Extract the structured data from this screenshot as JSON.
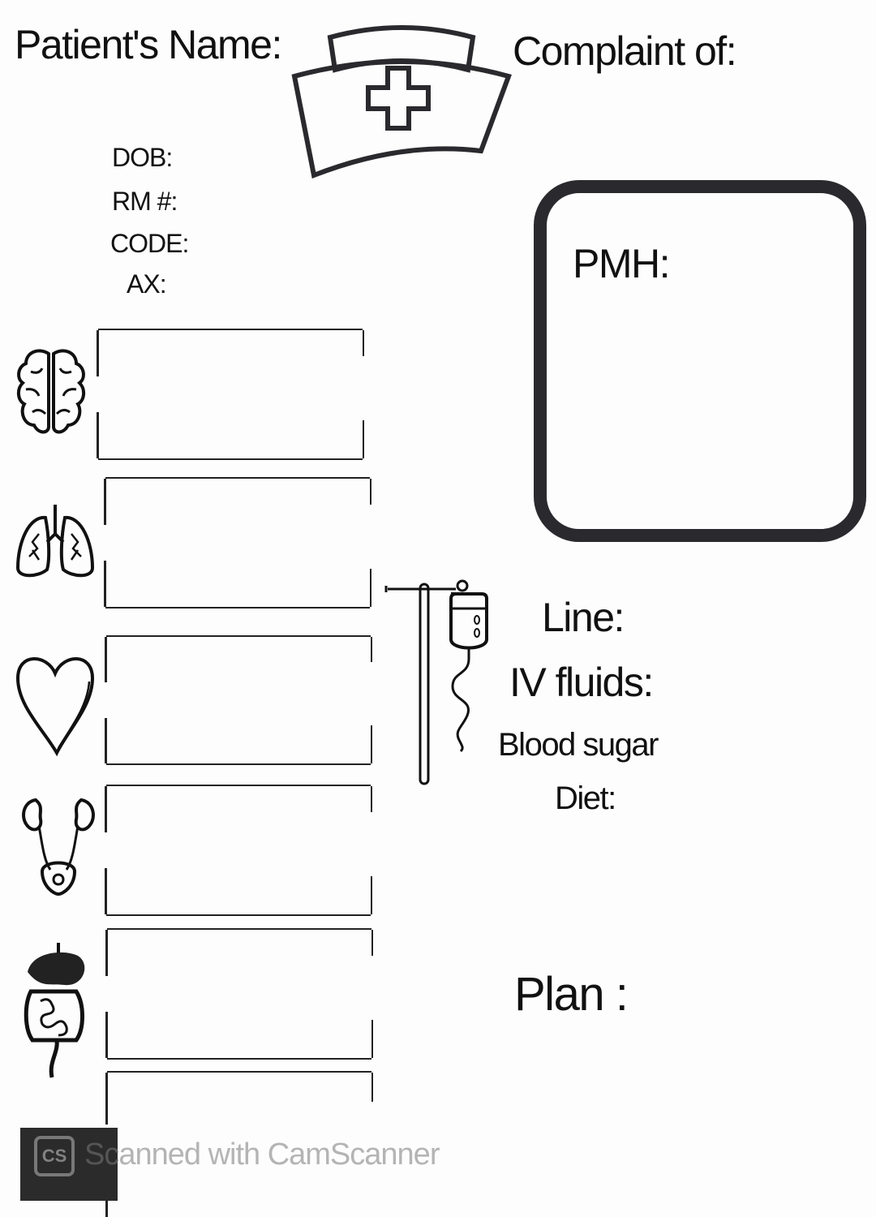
{
  "header": {
    "patient_name": "Patient's Name:",
    "complaint": "Complaint of:"
  },
  "patient_info": {
    "dob": "DOB:",
    "rm": "RM #:",
    "code": "CODE:",
    "ax": "AX:"
  },
  "pmh": {
    "label": "PMH:"
  },
  "iv_section": {
    "line": "Line:",
    "iv_fluids": "IV fluids:",
    "blood_sugar": "Blood sugar",
    "diet": "Diet:"
  },
  "plan": {
    "label": "Plan :"
  },
  "systems": [
    {
      "icon": "brain-icon"
    },
    {
      "icon": "lungs-icon"
    },
    {
      "icon": "heart-icon"
    },
    {
      "icon": "kidneys-icon"
    },
    {
      "icon": "digestive-icon"
    },
    {
      "icon": "skin-icon"
    }
  ],
  "watermark": {
    "logo": "CS",
    "text": "Scanned with CamScanner"
  },
  "colors": {
    "ink": "#111111",
    "box_border": "#2a2a2e",
    "page": "#fdfdfd"
  }
}
